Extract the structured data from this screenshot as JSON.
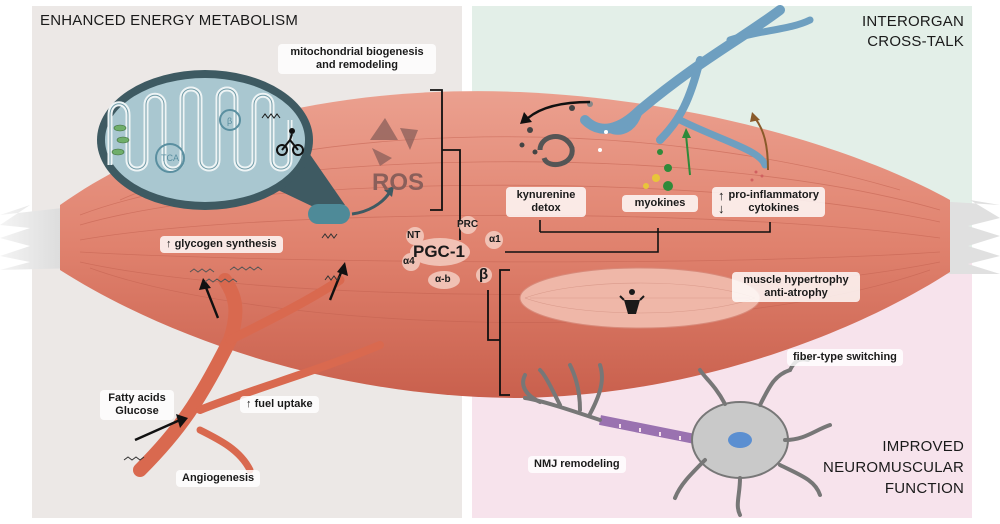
{
  "quadrants": {
    "top_left": "ENHANCED ENERGY METABOLISM",
    "top_right": [
      "INTERORGAN",
      "CROSS-TALK"
    ],
    "bottom_right": [
      "IMPROVED",
      "NEUROMUSCULAR",
      "FUNCTION"
    ]
  },
  "center": {
    "main": "PGC-1",
    "isoforms": {
      "nt": "NT",
      "prc": "PRC",
      "alpha1": "α1",
      "alpha4": "α4",
      "alpha_b": "α-b",
      "beta": "β"
    }
  },
  "mitochondrion": {
    "tca": "TCA",
    "beta_ox": "β",
    "ros": "ROS"
  },
  "labels": {
    "mito_biogenesis": [
      "mitochondrial biogenesis",
      "and remodeling"
    ],
    "glycogen": "glycogen synthesis",
    "fatty_acids": [
      "Fatty acids",
      "Glucose"
    ],
    "fuel_uptake": "fuel uptake",
    "angiogenesis": "Angiogenesis",
    "kynurenine": [
      "kynurenine",
      "detox"
    ],
    "myokines": "myokines",
    "cytokines": [
      "pro-inflammatory",
      "cytokines"
    ],
    "hypertrophy": [
      "muscle hypertrophy",
      "anti-atrophy"
    ],
    "fiber_switch": "fiber-type switching",
    "nmj": "NMJ remodeling"
  },
  "colors": {
    "muscle": "#e0826e",
    "mito": "#a9c7d0",
    "vessel_blue": "#6e9fc0",
    "vessel_red": "#d9694f",
    "axon": "#9a72b0",
    "top_left_bg": "#ece8e6",
    "top_right_bg": "#e3efe8",
    "bottom_right_bg": "#f7e3ec"
  }
}
